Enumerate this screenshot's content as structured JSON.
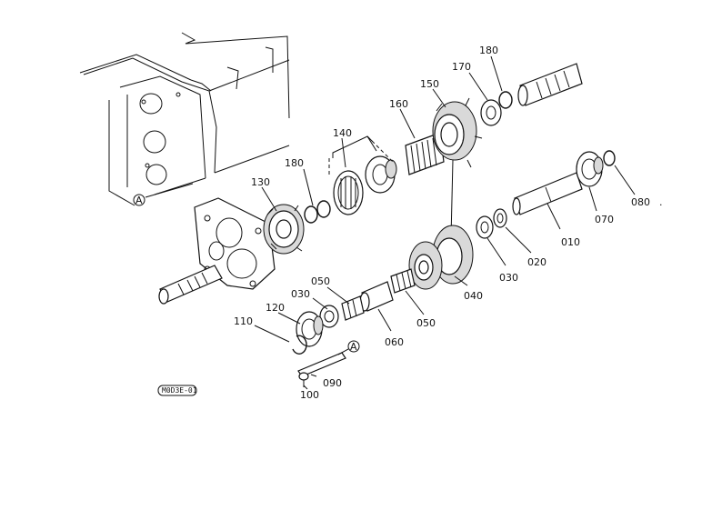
{
  "labels": {
    "p010": "010",
    "p020": "020",
    "p030a": "030",
    "p030b": "030",
    "p040": "040",
    "p050a": "050",
    "p050b": "050",
    "p060": "060",
    "p070": "070",
    "p080": "080",
    "p090": "090",
    "p100": "100",
    "p110": "110",
    "p120": "120",
    "p130": "130",
    "p140": "140",
    "p150": "150",
    "p160": "160",
    "p170": "170",
    "p180a": "180",
    "p180b": "180",
    "refA1": "A",
    "refA2": "A",
    "dot": "."
  },
  "drawing_code": "M0D3E-01"
}
